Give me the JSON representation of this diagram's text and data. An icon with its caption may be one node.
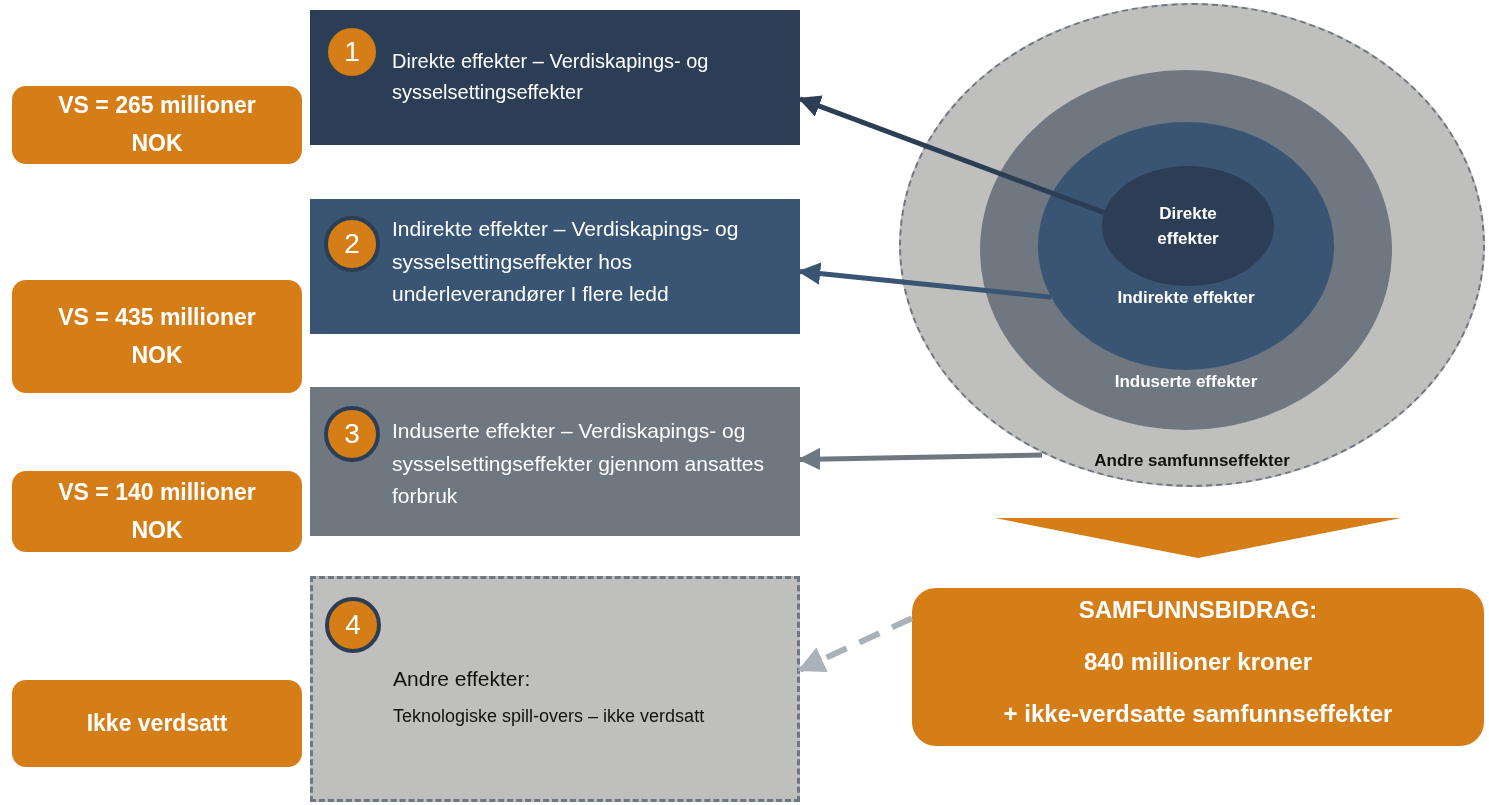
{
  "diagram": {
    "nodes": [
      {
        "text": [
          "Direkte effekter – Verdiskapings- og sysselsettingseffekter"
        ]
      },
      {
        "text": [
          "1"
        ],
        "in": 0
      },
      {
        "text": [
          "VS = 265 millioner NOK"
        ]
      },
      {
        "text": [
          "Indirekte effekter – Verdiskapings- og sysselsettingseffekter hos underleverandører I flere ledd"
        ]
      },
      {
        "text": [
          "2"
        ],
        "in": 3
      },
      {
        "text": [
          "VS = 435 millioner NOK"
        ]
      },
      {
        "text": [
          "Induserte effekter – Verdiskapings- og sysselsettingseffekter gjennom ansattes forbruk"
        ]
      },
      {
        "text": [
          "3"
        ],
        "in": 6
      },
      {
        "text": [
          "VS = 140 millioner NOK"
        ]
      },
      {
        "text": [
          "Andre effekter:",
          "Teknologiske spill-overs – ikke verdsatt"
        ]
      },
      {
        "text": [
          "4"
        ],
        "in": 9
      },
      {
        "text": [
          "Ikke verdsatt"
        ]
      },
      {
        "text": [
          "Andre samfunnseffekter"
        ]
      },
      {
        "text": [
          "Induserte effekter"
        ],
        "in": 12
      },
      {
        "text": [
          "Indirekte effekter"
        ],
        "in": 13
      },
      {
        "text": [
          "Direkte effekter"
        ],
        "in": 14
      },
      {
        "text": [
          "SAMFUNNSBIDRAG:",
          "840 millioner kroner",
          "+ ikke-verdsatte samfunnseffekter"
        ]
      }
    ],
    "edges": [
      {
        "from": 15,
        "to": 0,
        "arrow": "to",
        "color": "#2c3e55"
      },
      {
        "from": 14,
        "to": 3,
        "arrow": "to",
        "color": "#3a5573"
      },
      {
        "from": 12,
        "to": 6,
        "arrow": "to",
        "color": "#6f7780"
      },
      {
        "from": 16,
        "to": 9,
        "arrow": "to",
        "style": "dashed",
        "color": "#aab2b9"
      },
      {
        "from": 12,
        "to": 16,
        "arrow": "to",
        "style": "thick",
        "color": "#d57d17"
      }
    ]
  }
}
